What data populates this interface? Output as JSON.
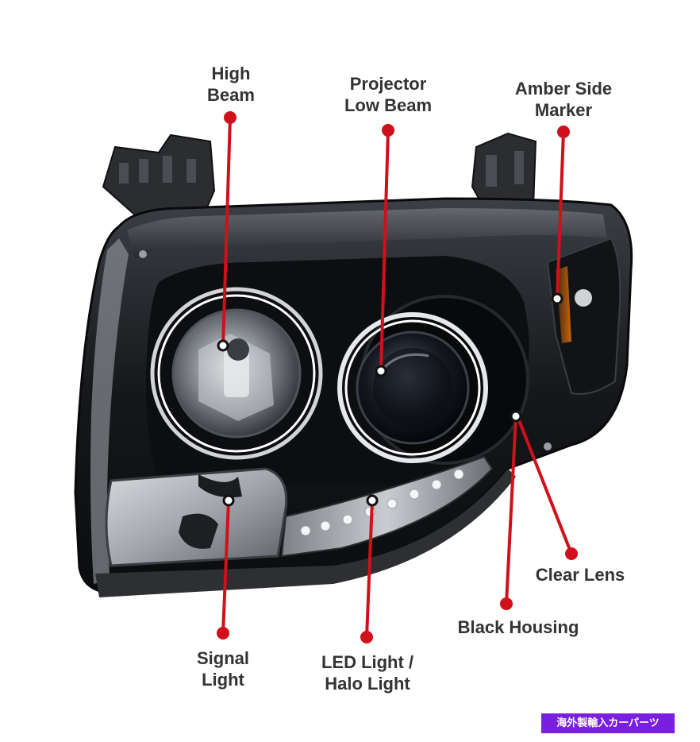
{
  "callouts": {
    "high_beam": [
      "High",
      "Beam"
    ],
    "projector_low_beam": [
      "Projector",
      "Low Beam"
    ],
    "amber_side_marker": [
      "Amber Side",
      "Marker"
    ],
    "clear_lens": [
      "Clear Lens"
    ],
    "black_housing": [
      "Black Housing"
    ],
    "signal_light": [
      "Signal",
      "Light"
    ],
    "led_halo_light": [
      "LED Light /",
      "Halo Light"
    ]
  },
  "watermark": "海外製輸入カーパーツ",
  "colors": {
    "callout_line": "#d0101a",
    "callout_text": "#333333",
    "housing": "#1b1d21",
    "watermark_bg": "#7a1fe0"
  }
}
